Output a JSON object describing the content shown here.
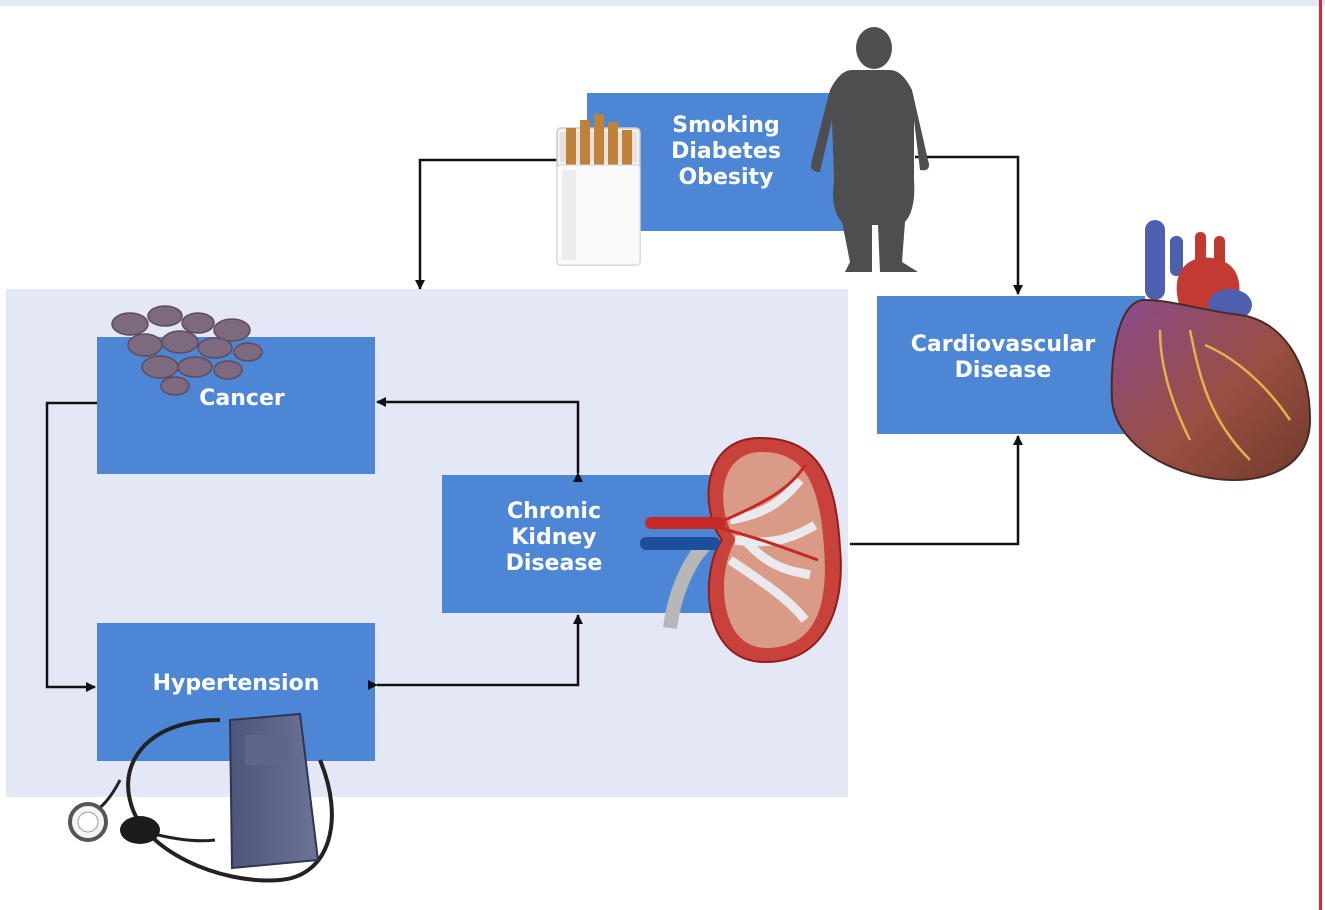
{
  "diagram": {
    "boxes": {
      "risk_factors": "Smoking\nDiabetes\nObesity",
      "cancer": "Cancer",
      "ckd": "Chronic\nKidney\nDisease",
      "hypertension": "Hypertension",
      "cvd": "Cardiovascular\nDisease"
    },
    "icons": [
      "cigarettes-icon",
      "obese-person-icon",
      "cancer-cells-icon",
      "kidney-icon",
      "heart-icon",
      "blood-pressure-cuff-icon"
    ],
    "colors": {
      "box": "#4e86d6",
      "panel": "#e4e8f6",
      "arrow": "#111111",
      "border": "#e0262b"
    }
  }
}
